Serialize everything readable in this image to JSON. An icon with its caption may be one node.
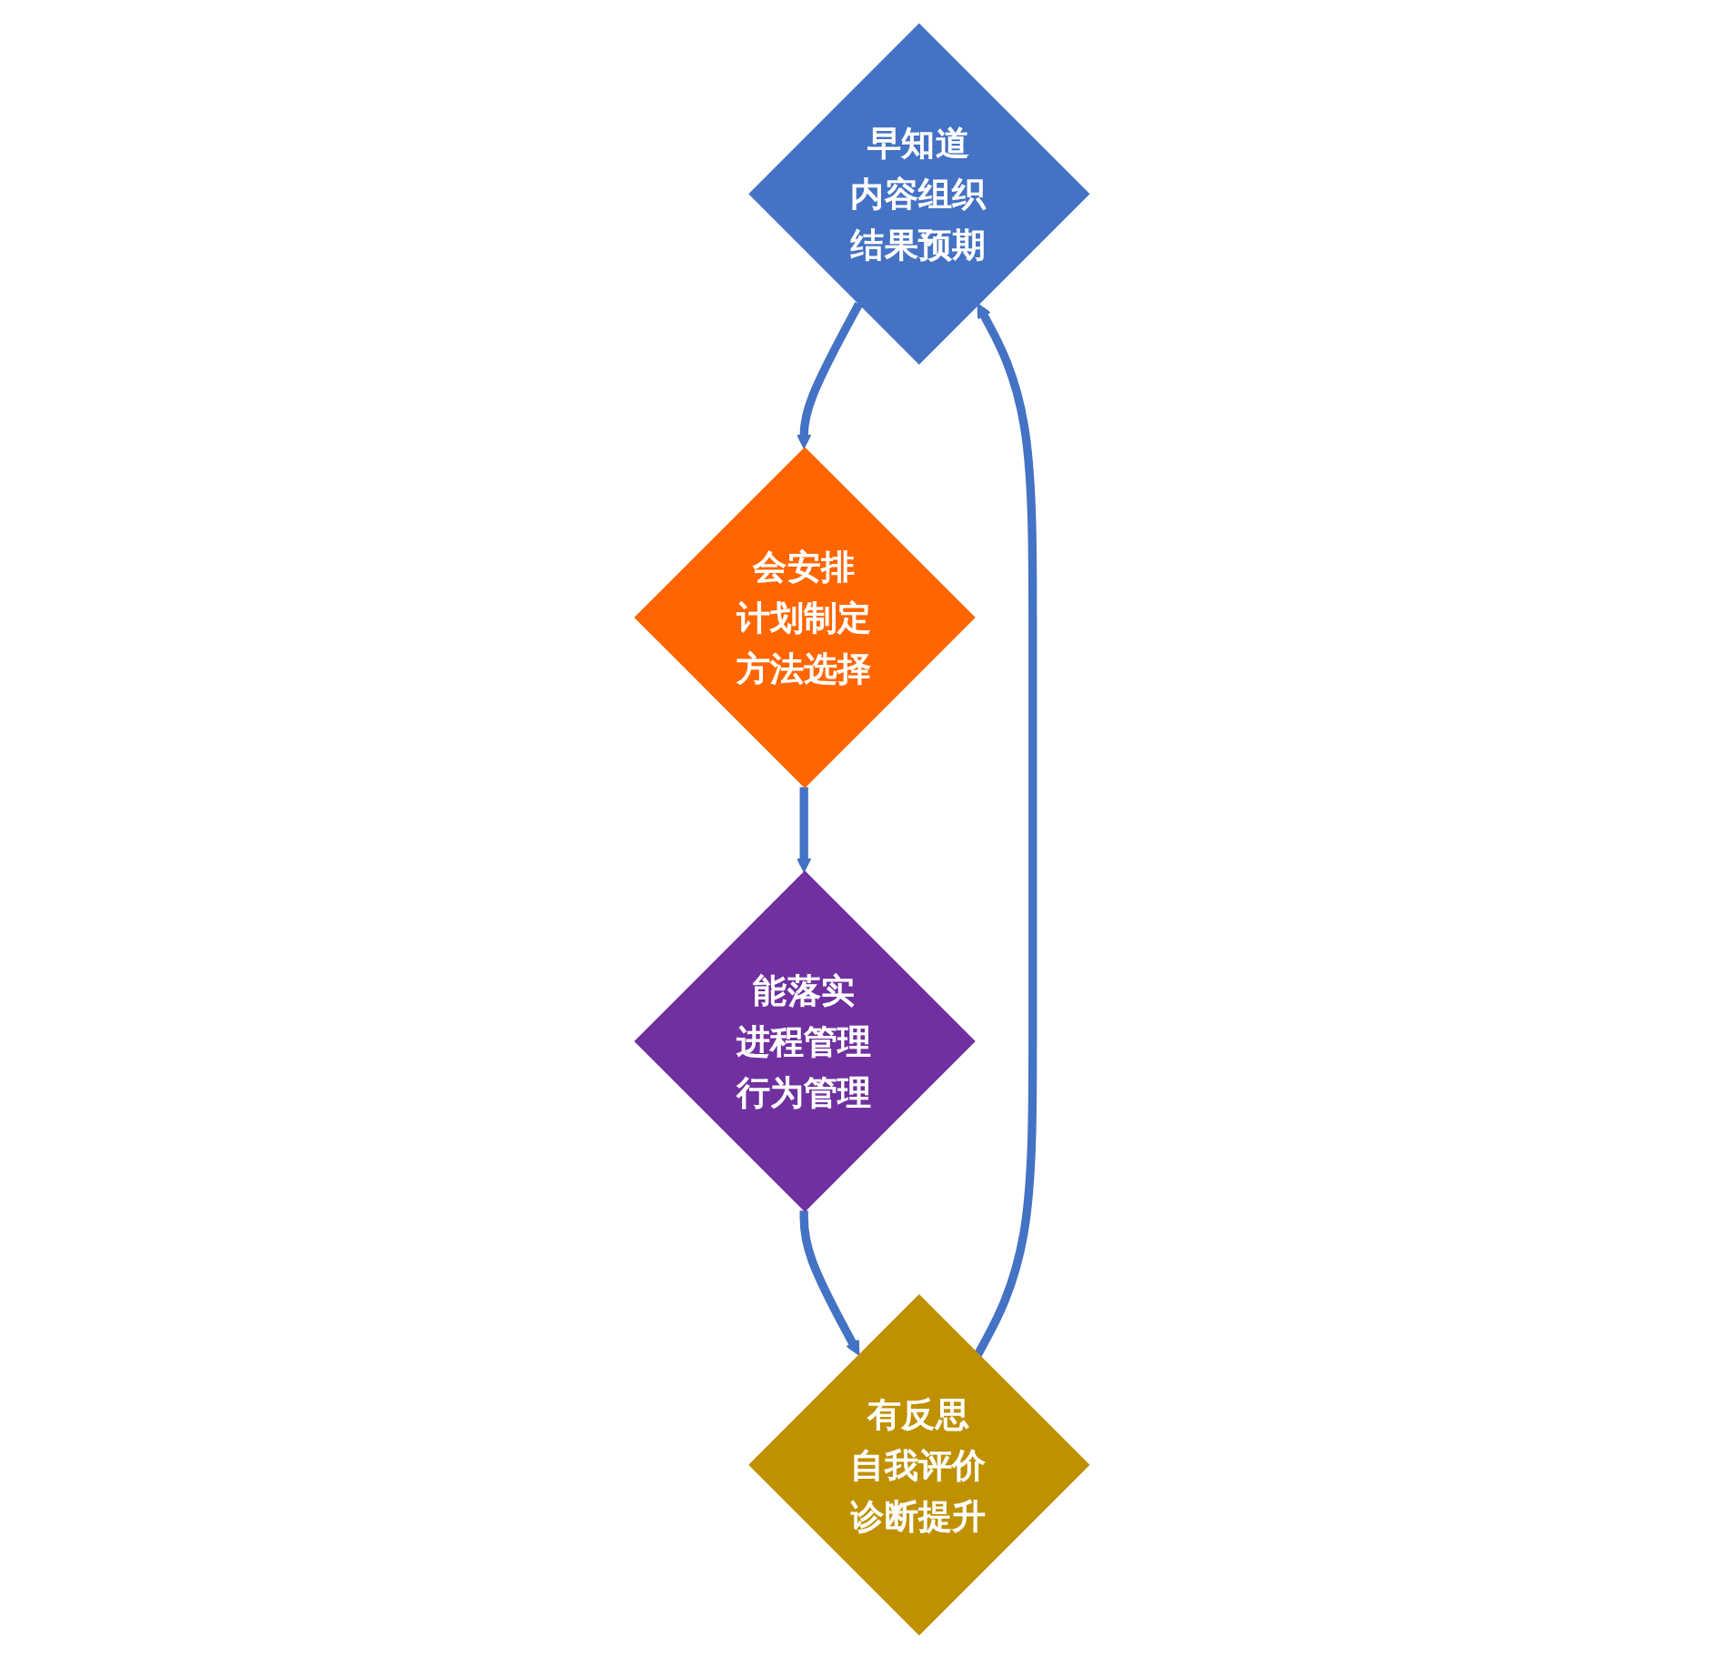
{
  "diagram": {
    "nodes": [
      {
        "text": [
          "早知道",
          "内容组织",
          "结果预期"
        ]
      },
      {
        "text": [
          "会安排",
          "计划制定",
          "方法选择"
        ]
      },
      {
        "text": [
          "能落实",
          "进程管理",
          "行为管理"
        ]
      },
      {
        "text": [
          "有反思",
          "自我评价",
          "诊断提升"
        ]
      }
    ],
    "edges": [
      {
        "from": 0,
        "to": 1,
        "arrow": "to"
      },
      {
        "from": 1,
        "to": 2,
        "arrow": "to"
      },
      {
        "from": 2,
        "to": 3,
        "arrow": "to"
      },
      {
        "from": 3,
        "to": 0,
        "arrow": "to"
      }
    ]
  }
}
